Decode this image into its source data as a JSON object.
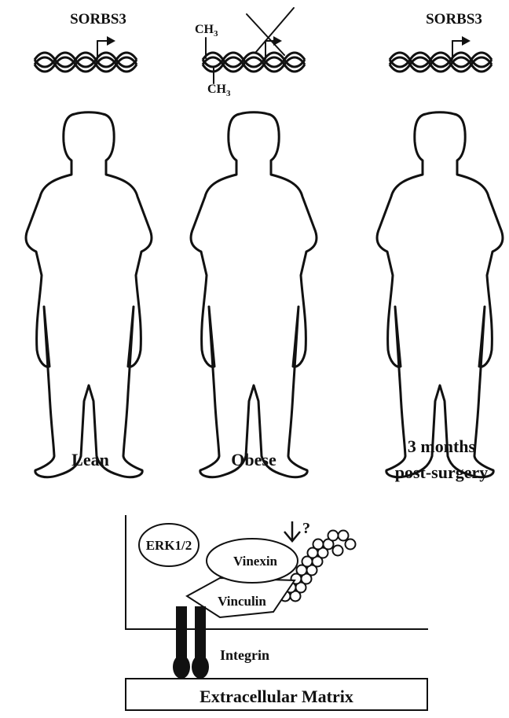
{
  "figure": {
    "panels": [
      {
        "id": "lean",
        "gene": "SORBS3",
        "label_lines": [
          "Lean"
        ]
      },
      {
        "id": "obese",
        "gene": "",
        "methyl_top": "CH",
        "methyl_bottom": "CH",
        "methyl_sub": "3",
        "label_lines": [
          "Obese"
        ]
      },
      {
        "id": "post",
        "gene": "SORBS3",
        "label_lines": [
          "3 months",
          "post-surgery"
        ]
      }
    ],
    "pathway": {
      "erk": "ERK1/2",
      "vinexin": "Vinexin",
      "vinculin": "Vinculin",
      "integrin": "Integrin",
      "question": "?",
      "ecm": "Extracellular Matrix"
    }
  }
}
